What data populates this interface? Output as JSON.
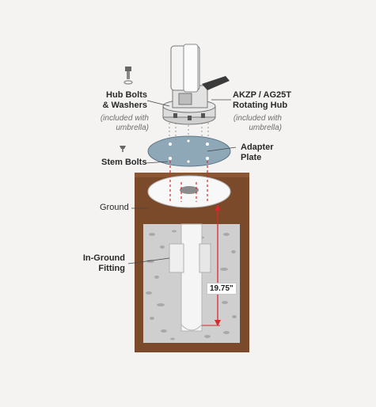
{
  "labels": {
    "hub_bolts_line1": "Hub Bolts",
    "hub_bolts_line2": "& Washers",
    "hub_bolts_note1": "(included with",
    "hub_bolts_note2": "umbrella)",
    "hub_line1": "AKZP / AG25T",
    "hub_line2": "Rotating Hub",
    "hub_note1": "(included with",
    "hub_note2": "umbrella)",
    "stem_bolts": "Stem Bolts",
    "adapter_line1": "Adapter",
    "adapter_line2": "Plate",
    "ground": "Ground",
    "fitting_line1": "In-Ground",
    "fitting_line2": "Fitting",
    "depth": "19.75\""
  },
  "colors": {
    "soil": "#7a4a2a",
    "soil_dark": "#5c3720",
    "concrete": "#c9c9c9",
    "plate": "#8fa8b8",
    "accent": "#d62b2b"
  }
}
